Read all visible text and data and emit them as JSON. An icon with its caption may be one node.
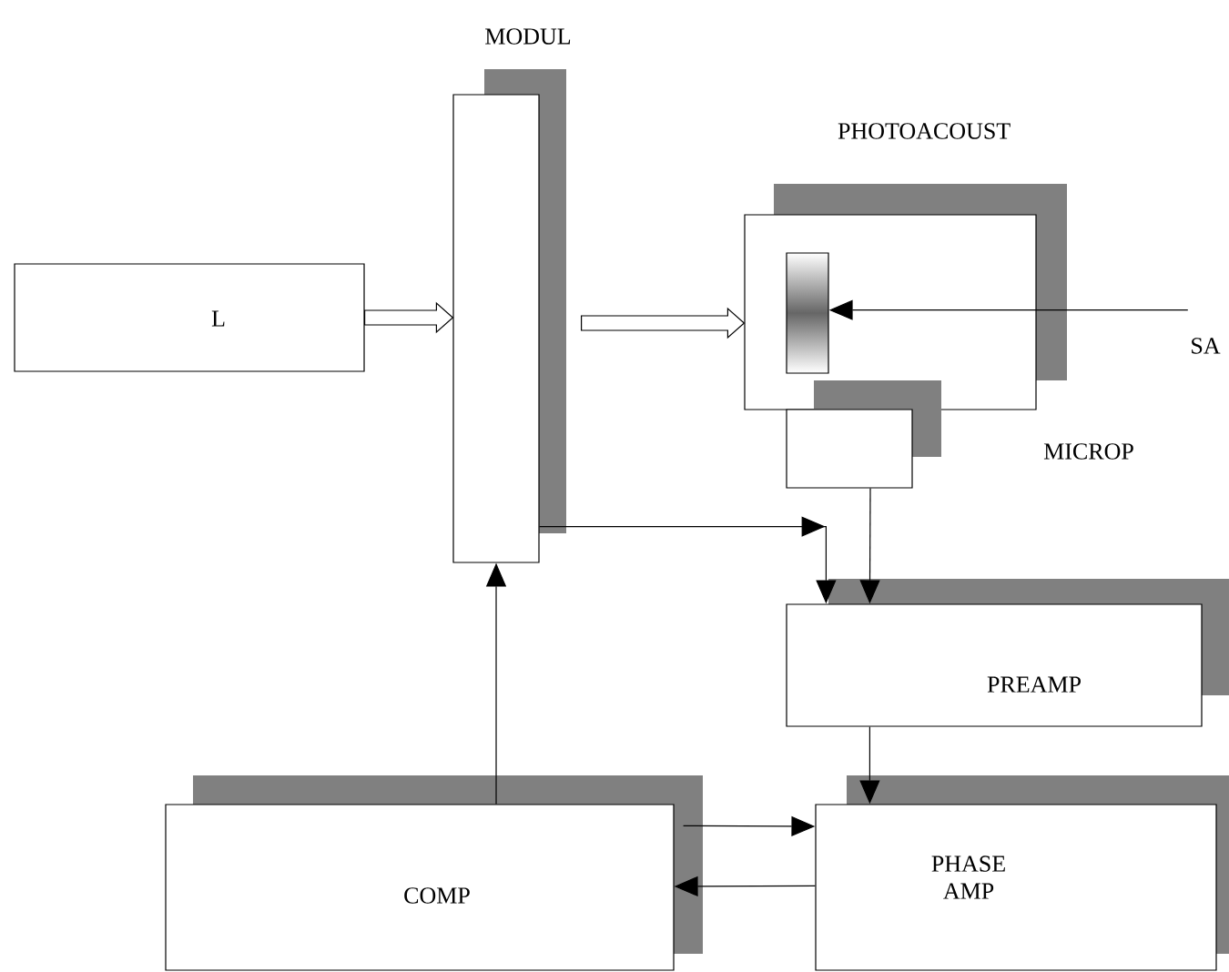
{
  "diagram": {
    "nodes": [
      {
        "text": [
          "L"
        ]
      },
      {
        "text": [
          "MODUL"
        ]
      },
      {
        "text": [
          "PHOTOACOUST"
        ]
      },
      {
        "text": [],
        "shape": "bar",
        "in": 2
      },
      {
        "text": [],
        "shape": "box"
      },
      {
        "text": [
          "SA"
        ]
      },
      {
        "text": [
          "PREAMP"
        ]
      },
      {
        "text": [
          "COMP"
        ]
      },
      {
        "text": [
          "PHASE AMP"
        ]
      }
    ],
    "edges": [
      {
        "from": 0,
        "to": 1,
        "arrow": "to",
        "style": "thick"
      },
      {
        "from": 1,
        "to": 2,
        "arrow": "to",
        "style": "thick"
      },
      {
        "from": 5,
        "to": 3,
        "arrow": "to"
      },
      {
        "from": 1,
        "to": 6,
        "arrow": "to"
      },
      {
        "from": 4,
        "to": 6,
        "arrow": "to"
      },
      {
        "from": 6,
        "to": 8,
        "arrow": "to"
      },
      {
        "from": 7,
        "to": 1,
        "arrow": "to"
      },
      {
        "from": 7,
        "to": 8,
        "arrow": "to"
      },
      {
        "from": 8,
        "to": 7,
        "arrow": "to"
      }
    ],
    "labels": [
      "MICROP"
    ]
  }
}
